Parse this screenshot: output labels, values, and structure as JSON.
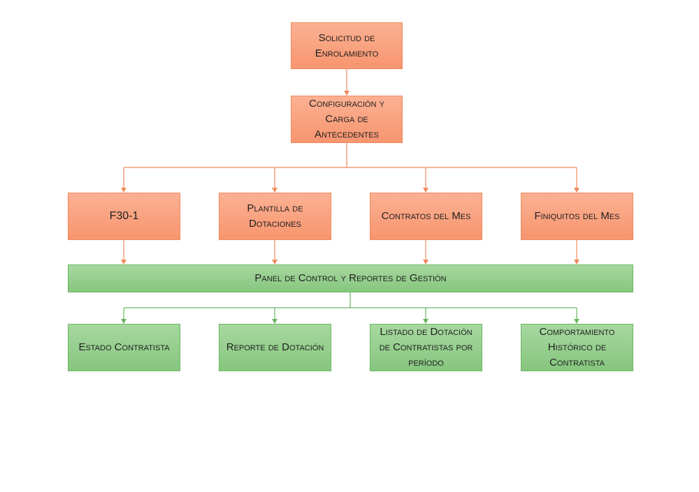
{
  "diagram": {
    "top": {
      "solicitud": "Solicitud de Enrolamiento",
      "configuracion": "Configuración y Carga de Antecedentes"
    },
    "inputs": [
      "F30-1",
      "Plantilla de Dotaciones",
      "Contratos del Mes",
      "Finiquitos del Mes"
    ],
    "panel": "Panel de Control y Reportes de Gestión",
    "reports": [
      "Estado Contratista",
      "Reporte de Dotación",
      "Listado de Dotación de Contratistas por período",
      "Comportamiento Histórico de Contratista"
    ],
    "colors": {
      "orange_fill": "#f9a583",
      "orange_line": "#f08a5d",
      "green_fill": "#93cd8b",
      "green_line": "#6db564"
    }
  }
}
